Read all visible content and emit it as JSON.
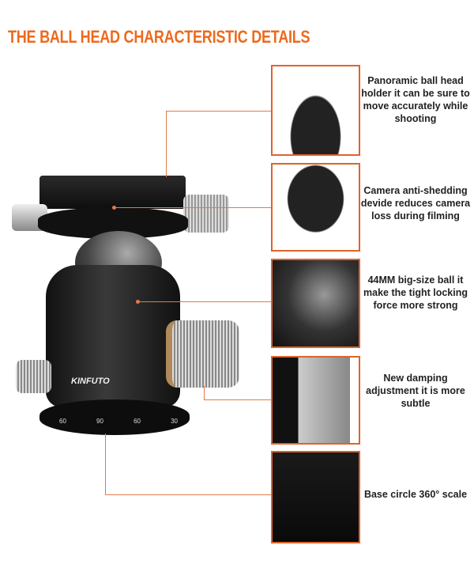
{
  "title": "THE BALL HEAD CHARACTERISTIC DETAILS",
  "brand": "KINFUTO",
  "accent": "#ec6a1e",
  "details": [
    {
      "caption": "Panoramic ball head holder it can be sure to move accurately while shooting"
    },
    {
      "caption": "Camera anti-shedding devide reduces camera loss during filming"
    },
    {
      "caption": "44MM big-size ball it make the tight locking force more strong"
    },
    {
      "caption": "New damping adjustment it is more subtle"
    },
    {
      "caption": "Base circle 360°  scale"
    }
  ],
  "scale_labels": [
    "60",
    "90",
    "60",
    "30"
  ]
}
